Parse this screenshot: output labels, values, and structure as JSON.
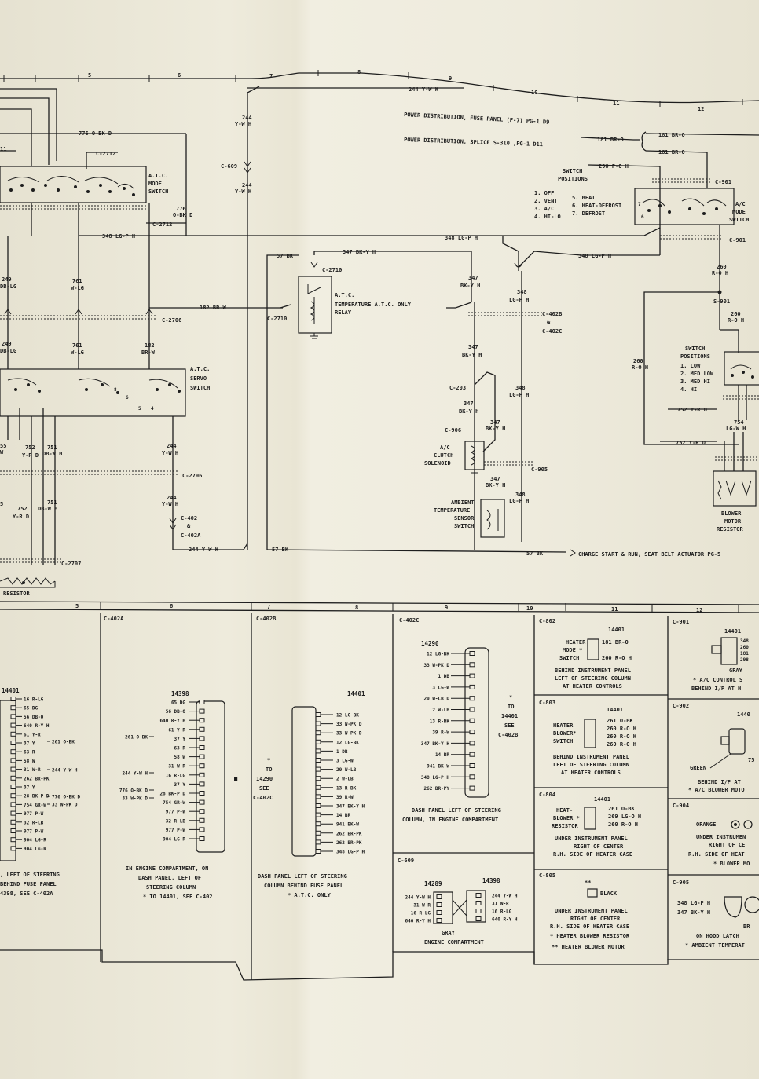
{
  "grid_numbers": {
    "top": [
      "5",
      "6",
      "7",
      "8",
      "9",
      "10",
      "11",
      "12"
    ],
    "mid": [
      "5",
      "6",
      "7",
      "8",
      "9",
      "10",
      "11",
      "12"
    ]
  },
  "power": {
    "line1": "POWER DISTRIBUTION, FUSE PANEL (F-7) PG-1 D9",
    "line2": "POWER DISTRIBUTION, SPLICE S-310 ,PG-1 D11",
    "w181a": "181 BR-O",
    "w181b": "181 BR-O",
    "w181c": "181 BR-O",
    "w298": "298 P-O H"
  },
  "wires": {
    "w776": "776 O-BK D",
    "c2712a": "C-2712",
    "c2712b": "C-2712",
    "w776b": "776",
    "w776c": "O-BK D",
    "w348a": "348 LG-P H",
    "w348b": "348 LG-P H",
    "w348c": "348 LG-P H",
    "w244_top": "244 Y-W H",
    "w244_v1": "244",
    "w244_v2": "Y-W H",
    "c609": "C-609",
    "w244_v3": "244",
    "w244_v4": "Y-W H",
    "w57bk": "57 BK",
    "w347a": "347 BK-Y H",
    "c2710a": "C-2710",
    "c2710b": "C-2710",
    "w249a": "249",
    "w249b": "DB-LG",
    "w761a": "761",
    "w761b": "W-LG",
    "w182": "182 BR-W",
    "c2706a": "C-2706",
    "w249c": "249",
    "w249d": "DB-LG",
    "w761c": "761",
    "w761d": "W-LG",
    "w182a": "182",
    "w182b": "BR-W",
    "w347b": "347",
    "w347c": "BK-Y H",
    "w348d": "348",
    "w348e": "LG-P H",
    "c402b_a": "C-402B",
    "c402b_b": "&",
    "c402b_c": "C-402C",
    "w347d": "347",
    "w347e": "BK-Y H",
    "c203": "C-203",
    "w348f": "348",
    "w348g": "LG-P H",
    "w347f": "347",
    "w347g": "BK-Y H",
    "c906": "C-906",
    "w347h": "347",
    "w347i": "BK-Y H",
    "c905": "C-905",
    "w347j": "347",
    "w347k": "BK-Y H",
    "w348h": "348",
    "w348i": "LG-P H",
    "w752a": "752",
    "w752b": "Y-R D",
    "w751a": "751",
    "w751b": "DB-W H",
    "w244a": "244",
    "w244b": "Y-W H",
    "c2706b": "C-2706",
    "w244c": "244",
    "w244d": "Y-W H",
    "c402_a": "C-402",
    "c402_b": "&",
    "c402_c": "C-402A",
    "w244_bot": "244 Y-W H",
    "w752c": "752",
    "w752d": "Y-R D",
    "w751c": "751",
    "w751d": "DB-W H",
    "c2707": "C-2707",
    "w57bk_b": "57 BK",
    "w57bk_c": "57 BK",
    "charge": "CHARGE START & RUN, SEAT BELT ACTUATOR PG-5",
    "c901a": "C-901",
    "c901b": "C-901",
    "w260a": "260",
    "w260b": "R-O H",
    "s901": "S-901",
    "w260c": "260",
    "w260d": "R-O H",
    "w260e": "260",
    "w260f": "R-O H",
    "w752e": "752 Y-R D",
    "w754a": "754",
    "w754b": "LG-W H",
    "w752f": "752 Y-R D",
    "resistor": "RESISTOR",
    "frag_w": "W",
    "frag_55": "55",
    "frag_5": "5"
  },
  "components": {
    "atc_mode": [
      "A.T.C.",
      "MODE",
      "SWITCH"
    ],
    "atc_servo": [
      "A.T.C.",
      "SERVO",
      "SWITCH"
    ],
    "relay": [
      "A.T.C.",
      "TEMPERATURE  A.T.C. ONLY",
      "RELAY"
    ],
    "clutch": [
      "A/C",
      "CLUTCH",
      "SOLENOID"
    ],
    "ambient": [
      "AMBIENT",
      "TEMPERATURE",
      "SENSOR",
      "SWITCH"
    ],
    "ac_mode": [
      "A/C",
      "MODE",
      "SWITCH"
    ],
    "blower_res": [
      "BLOWER",
      "MOTOR",
      "RESISTOR"
    ],
    "sw_pos_title": [
      "SWITCH",
      "POSITIONS"
    ],
    "sw_pos_items": [
      "1. OFF",
      "2. VENT",
      "3. A/C",
      "4. HI-LO",
      "5. HEAT",
      "6. HEAT-DEFROST",
      "7. DEFROST"
    ],
    "sw2_title": [
      "SWITCH",
      "POSITIONS"
    ],
    "sw2_items": [
      "1. LOW",
      "2. MED LOW",
      "3. MED HI",
      "4. HI"
    ]
  },
  "connectors": {
    "c402": {
      "id": "14401",
      "pins": [
        "16 R-LG",
        "65 DG",
        "56 DB-O",
        "640 R-Y H",
        "61 Y-R",
        "37 Y",
        "63 R",
        "58 W",
        "31 W-R",
        "262 BR-PK",
        "37 Y",
        "28 BK-P D",
        "754 GR-W",
        "977 P-W",
        "32 R-LB",
        "977 P-W",
        "904 LG-R",
        "904 LG-R"
      ],
      "right": [
        "261 O-BK",
        "244 Y-W H",
        "776 O-BK D",
        "33 W-PK D"
      ],
      "caption": [
        ", LEFT OF STEERING",
        "BEHIND FUSE PANEL",
        "4398, SEE C-402A"
      ]
    },
    "c402a": {
      "label": "C-402A",
      "id": "14398",
      "pins": [
        "65 DG",
        "56 DB-O",
        "640 R-Y H",
        "61 Y-R",
        "37 Y",
        "63 R",
        "58 W",
        "31 W-R",
        "16 R-LG",
        "37 Y",
        "28 BK-P D",
        "754 GR-W",
        "977 P-W",
        "32 R-LB",
        "977 P-W",
        "904 LG-R"
      ],
      "left": [
        "261 O-BK",
        "244 Y-W H",
        "776 O-BK D",
        "33 W-PK D"
      ],
      "caption": [
        "IN ENGINE COMPARTMENT, ON",
        "DASH PANEL, LEFT OF",
        "STEERING COLUMN",
        "* TO 14401, SEE C-402"
      ]
    },
    "c402b": {
      "label": "C-402B",
      "id": "14401",
      "pins": [
        "12 LG-BK",
        "33 W-PK D",
        "33 W-PK D",
        "12 LG-BK",
        "1 DB",
        "3 LG-W",
        "20 W-LB",
        "2 W-LB",
        "13 R-BK",
        "39 R-W",
        "347 BK-Y H",
        "14 BR",
        "941 BK-W",
        "262 BR-PK",
        "262 BR-PK",
        "348 LG-P H"
      ],
      "note": [
        "*",
        "TO",
        "14290",
        "SEE",
        "C-402C"
      ],
      "caption": [
        "DASH PANEL LEFT OF STEERING",
        "COLUMN BEHIND FUSE PANEL",
        "* A.T.C. ONLY"
      ]
    },
    "c402c": {
      "label": "C-402C",
      "id": "14290",
      "pins": [
        "12 LG-BK",
        "33 W-PK D",
        "1 DB",
        "3 LG-W",
        "20 W-LB D",
        "2 W-LB",
        "13 R-BK",
        "39 R-W",
        "347 BK-Y H",
        "14 BR",
        "941 BK-W",
        "348 LG-P H",
        "262 BR-PY"
      ],
      "note": [
        "*",
        "TO",
        "14401",
        "SEE",
        "C-402B"
      ],
      "caption": [
        "DASH PANEL LEFT OF STEERING",
        "COLUMN, IN ENGINE COMPARTMENT"
      ]
    },
    "c609": {
      "label": "C-609",
      "id_l": "14289",
      "id_r": "14398",
      "left": [
        "244 Y-W H",
        "31 W-R",
        "16 R-LG",
        "640 R-Y H"
      ],
      "right": [
        "244 Y-W H",
        "31 W-R",
        "16 R-LG",
        "640 R-Y H"
      ],
      "color": "GRAY",
      "caption": "ENGINE COMPARTMENT"
    },
    "c802": {
      "label": "C-802",
      "id": "14401",
      "name": [
        "HEATER",
        "MODE *",
        "SWITCH"
      ],
      "pins": [
        "181 BR-O",
        "260 R-O H"
      ],
      "caption": [
        "BEHIND INSTRUMENT PANEL",
        "LEFT OF STEERING COLUMN",
        "AT HEATER CONTROLS"
      ]
    },
    "c803": {
      "label": "C-803",
      "id": "14401",
      "name": [
        "HEATER",
        "BLOWER*",
        "SWITCH"
      ],
      "pins": [
        "261 O-BK",
        "260 R-O H",
        "260 R-O H",
        "260 R-O H"
      ],
      "caption": [
        "BEHIND INSTRUMENT PANEL",
        "LEFT OF STEERING COLUMN",
        "AT HEATER CONTROLS"
      ]
    },
    "c804": {
      "label": "C-804",
      "id": "14401",
      "name": [
        "HEAT-",
        "BLOWER *",
        "RESISTOR"
      ],
      "pins": [
        "261 O-BK",
        "269 LG-O H",
        "260 R-O H"
      ],
      "caption": [
        "UNDER INSTRUMENT PANEL",
        "RIGHT OF CENTER",
        "R.H. SIDE OF HEATER CASE"
      ]
    },
    "c805": {
      "label": "C-805",
      "mark": "**",
      "pin": "BLACK",
      "caption": [
        "UNDER INSTRUMENT PANEL",
        "RIGHT OF CENTER",
        "R.H. SIDE OF HEATER CASE",
        "* HEATER BLOWER RESISTOR",
        "** HEATER BLOWER MOTOR"
      ]
    },
    "c901": {
      "label": "C-901",
      "id": "14401",
      "pins": [
        "348",
        "260",
        "181",
        "298"
      ],
      "color": "GRAY",
      "caption": [
        "* A/C CONTROL S",
        "BEHIND I/P AT H"
      ]
    },
    "c902": {
      "label": "C-902",
      "id": "1440",
      "pins": [
        "75"
      ],
      "color": "GREEN",
      "caption": [
        "BEHIND I/P AT",
        "* A/C BLOWER MOTO"
      ]
    },
    "c904": {
      "label": "C-904",
      "color": "ORANGE",
      "caption": [
        "UNDER INSTRUMEN",
        "RIGHT OF CE",
        "R.H. SIDE OF HEAT",
        "* BLOWER MO"
      ]
    },
    "c905": {
      "label": "C-905",
      "pins": [
        "348 LG-P H",
        "347 BK-Y H"
      ],
      "color": "BR",
      "caption": [
        "ON HOOD LATCH",
        "* AMBIENT TEMPERAT"
      ]
    }
  }
}
